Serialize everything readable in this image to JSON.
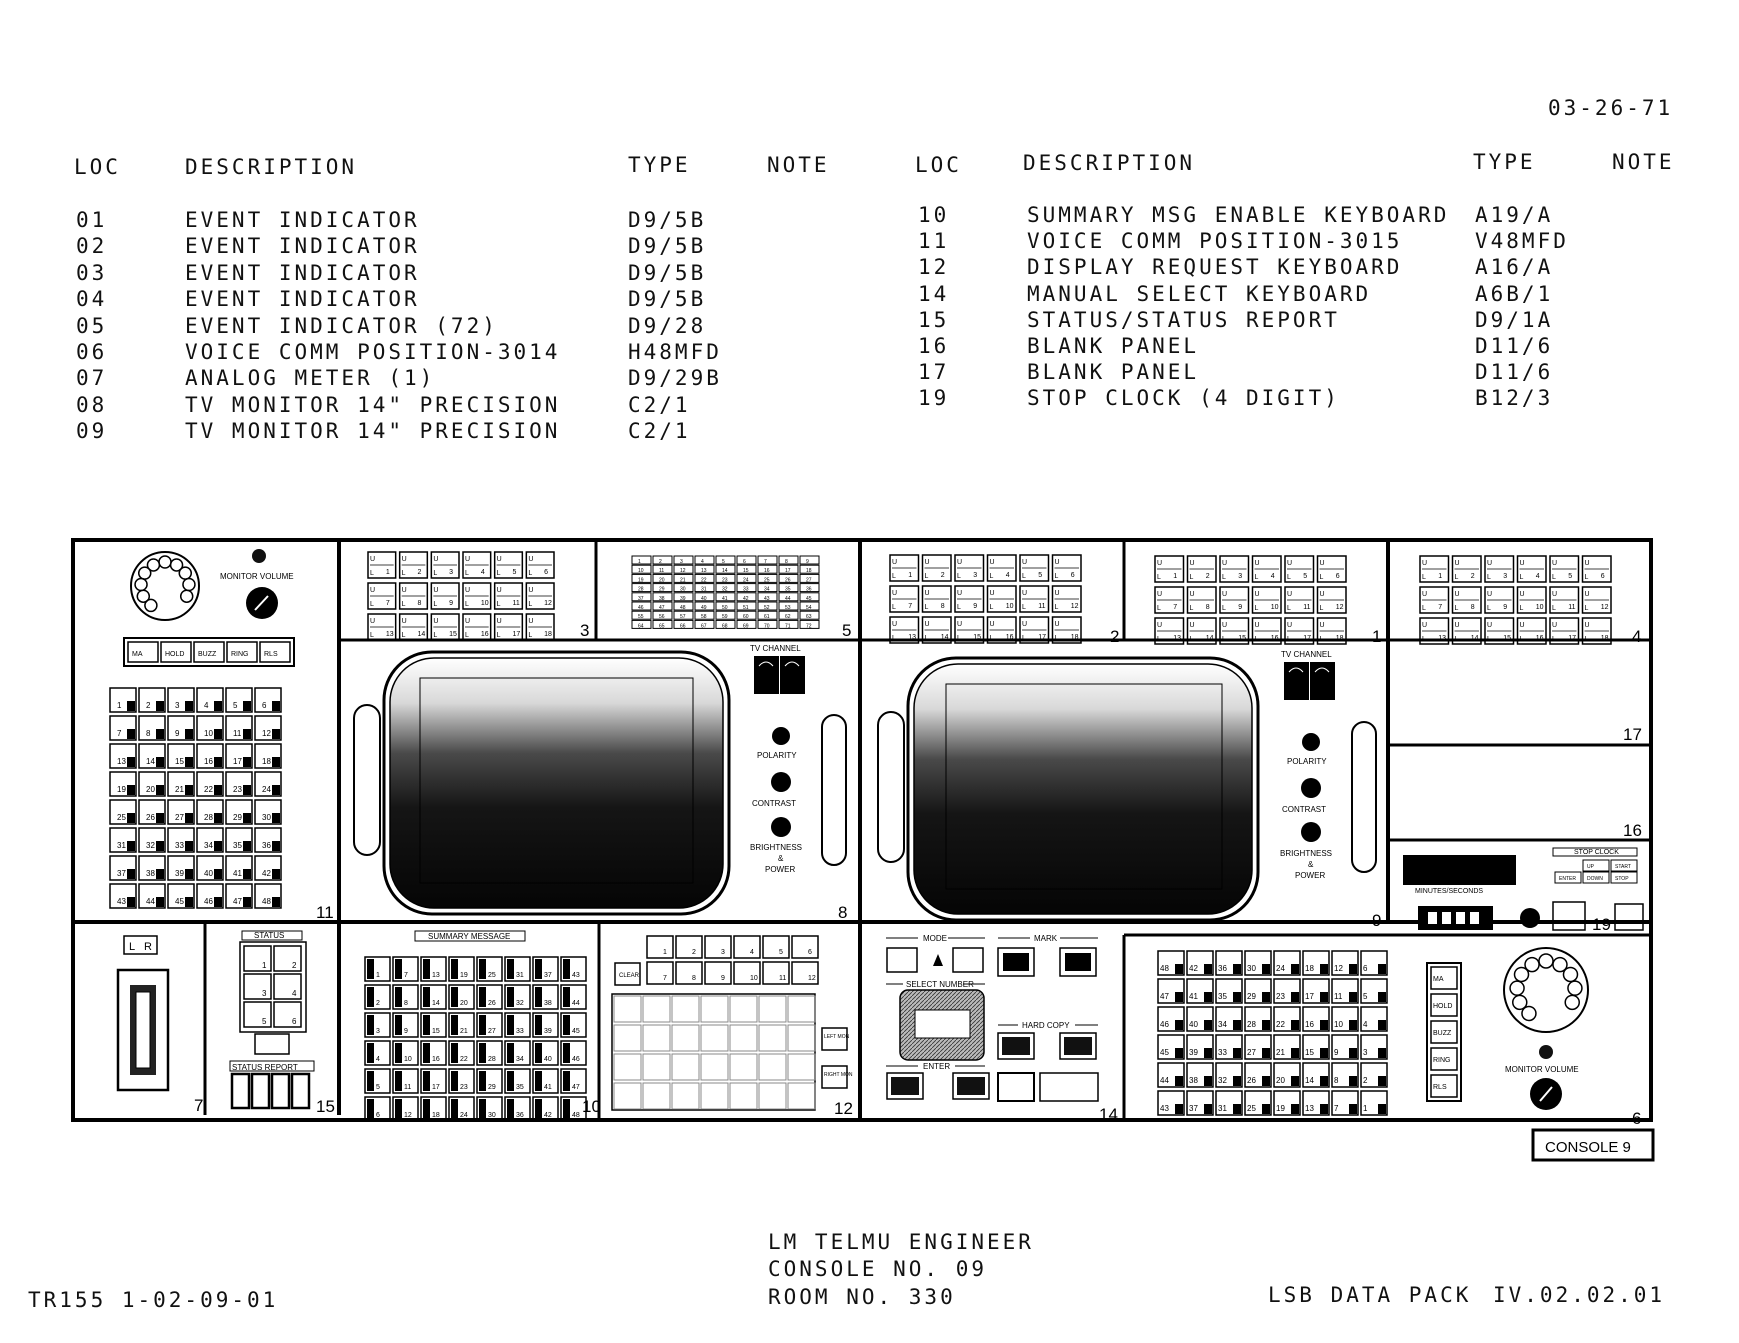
{
  "date": "03-26-71",
  "table_headers": {
    "loc": "LOC",
    "description": "DESCRIPTION",
    "type": "TYPE",
    "note": "NOTE"
  },
  "left_rows": [
    {
      "loc": "01",
      "desc": "EVENT INDICATOR",
      "type": "D9/5B"
    },
    {
      "loc": "02",
      "desc": "EVENT INDICATOR",
      "type": "D9/5B"
    },
    {
      "loc": "03",
      "desc": "EVENT INDICATOR",
      "type": "D9/5B"
    },
    {
      "loc": "04",
      "desc": "EVENT INDICATOR",
      "type": "D9/5B"
    },
    {
      "loc": "05",
      "desc": "EVENT INDICATOR (72)",
      "type": "D9/28"
    },
    {
      "loc": "06",
      "desc": "VOICE COMM POSITION-3014",
      "type": "H48MFD"
    },
    {
      "loc": "07",
      "desc": "ANALOG METER (1)",
      "type": "D9/29B"
    },
    {
      "loc": "08",
      "desc": "TV MONITOR 14\" PRECISION",
      "type": "C2/1"
    },
    {
      "loc": "09",
      "desc": "TV MONITOR 14\" PRECISION",
      "type": "C2/1"
    }
  ],
  "right_rows": [
    {
      "loc": "10",
      "desc": "SUMMARY MSG ENABLE KEYBOARD",
      "type": "A19/A"
    },
    {
      "loc": "11",
      "desc": "VOICE COMM POSITION-3015",
      "type": "V48MFD"
    },
    {
      "loc": "12",
      "desc": "DISPLAY REQUEST KEYBOARD",
      "type": "A16/A"
    },
    {
      "loc": "14",
      "desc": "MANUAL SELECT KEYBOARD",
      "type": "A6B/1"
    },
    {
      "loc": "15",
      "desc": "STATUS/STATUS REPORT",
      "type": "D9/1A"
    },
    {
      "loc": "16",
      "desc": "BLANK PANEL",
      "type": "D11/6"
    },
    {
      "loc": "17",
      "desc": "BLANK PANEL",
      "type": "D11/6"
    },
    {
      "loc": "19",
      "desc": "STOP CLOCK (4 DIGIT)",
      "type": "B12/3"
    }
  ],
  "panel_numbers": {
    "p1": "1",
    "p2": "2",
    "p3": "3",
    "p4": "4",
    "p5": "5",
    "p6": "6",
    "p7": "7",
    "p8": "8",
    "p9": "9",
    "p10": "10",
    "p11": "11",
    "p12": "12",
    "p14": "14",
    "p15": "15",
    "p16": "16",
    "p17": "17",
    "p19": "19"
  },
  "labels": {
    "monitor_volume": "MONITOR VOLUME",
    "voice_keys": [
      "MA",
      "HOLD",
      "BUZZ",
      "RING",
      "RLS"
    ],
    "tv_channel": "TV CHANNEL",
    "polarity": "POLARITY",
    "contrast": "CONTRAST",
    "brightness": "BRIGHTNESS",
    "amp": "&",
    "power": "POWER",
    "stop_clock": "STOP CLOCK",
    "minutes_seconds": "MINUTES/SECONDS",
    "status": "STATUS",
    "status_report": "STATUS REPORT",
    "summary_message": "SUMMARY MESSAGE",
    "clear": "CLEAR",
    "left_mon": "LEFT MON",
    "right_mon": "RIGHT MON",
    "mode": "MODE",
    "mark": "MARK",
    "select_number": "SELECT NUMBER",
    "hard_copy": "HARD COPY",
    "enter": "ENTER",
    "lr": [
      "L",
      "R"
    ],
    "stop_clock_keys": [
      "UP",
      "START",
      "ENTER",
      "DOWN",
      "STOP"
    ],
    "console_tag": "CONSOLE 9"
  },
  "footer": {
    "title_line1": "LM TELMU ENGINEER",
    "title_line2": "CONSOLE NO. 09",
    "title_line3": "ROOM NO. 330",
    "left_code": "TR155 1-02-09-01",
    "right_label": "LSB DATA PACK",
    "right_code": "IV.02.02.01"
  }
}
